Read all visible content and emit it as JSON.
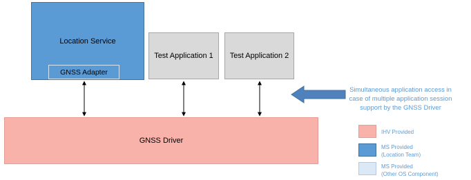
{
  "boxes": {
    "location_service": "Location Service",
    "gnss_adapter": "GNSS Adapter",
    "test_app_1": "Test Application 1",
    "test_app_2": "Test Application 2",
    "gnss_driver": "GNSS Driver"
  },
  "note": {
    "line1": "Simultaneous application access in",
    "line2": "case of multiple application session",
    "line3": "support by the GNSS Driver"
  },
  "legend": {
    "ihv": {
      "label": "IHV Provided",
      "color": "#f9b2a9"
    },
    "ms_location": {
      "label_1": "MS Provided",
      "label_2": "(Location Team)",
      "color": "#5b9bd5"
    },
    "ms_other": {
      "label_1": "MS Provided",
      "label_2": "(Other OS Component)",
      "color": "#dbe8f5"
    }
  },
  "colors": {
    "note_arrow": "#4f81bd",
    "connector": "#000000"
  }
}
